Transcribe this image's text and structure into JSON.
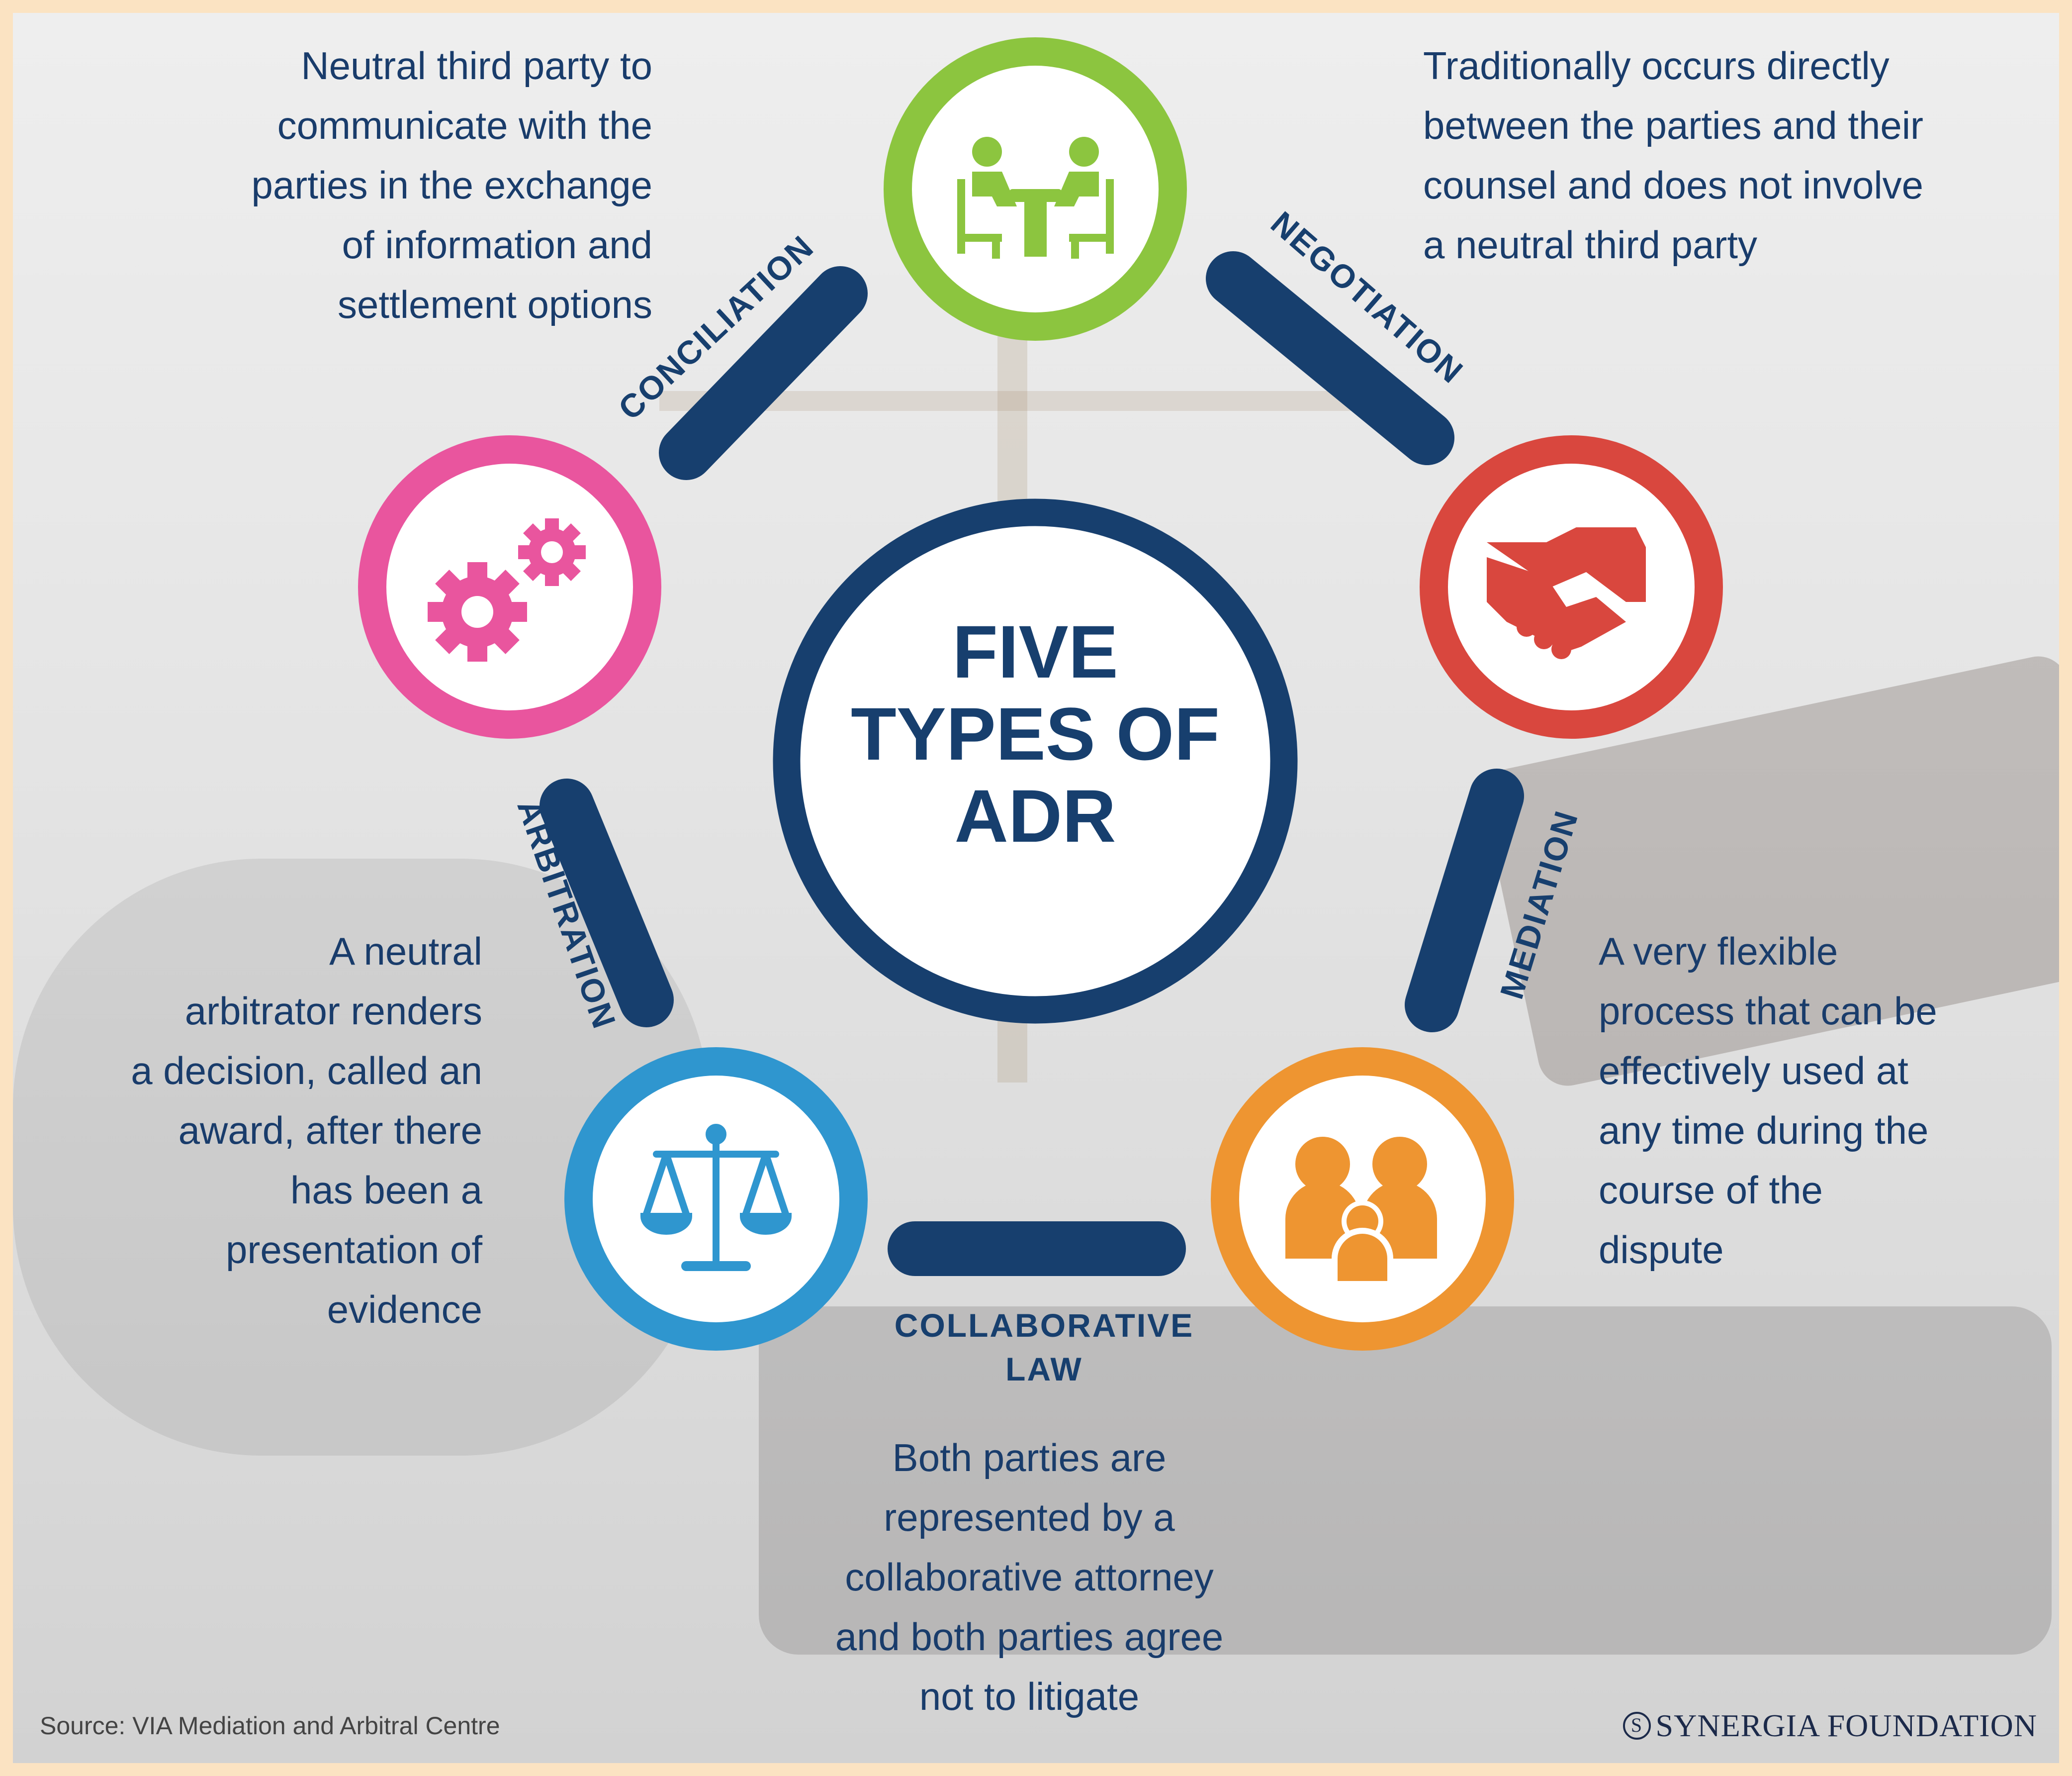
{
  "title_lines": [
    "FIVE",
    "TYPES OF",
    "ADR"
  ],
  "colors": {
    "navy": "#173f6e",
    "negotiation": "#8cc53f",
    "mediation": "#d9473e",
    "collaborative_law": "#ee9531",
    "arbitration": "#2f96cf",
    "conciliation": "#e9559e",
    "border": "#fbe3c2"
  },
  "methods": [
    {
      "key": "negotiation",
      "label": "NEGOTIATION",
      "icon": "meeting-table-icon",
      "description": [
        "Traditionally occurs directly",
        "between the parties and their",
        "counsel and does not involve",
        "a neutral third party"
      ]
    },
    {
      "key": "mediation",
      "label": "MEDIATION",
      "icon": "handshake-icon",
      "description": [
        "A very flexible",
        "process that can be",
        "effectively used at",
        "any time during the",
        "course of the",
        "dispute"
      ]
    },
    {
      "key": "collaborative_law",
      "label_lines": [
        "COLLABORATIVE",
        "LAW"
      ],
      "icon": "family-group-icon",
      "description": [
        "Both parties are",
        "represented by a",
        "collaborative attorney",
        "and both parties agree",
        "not to litigate"
      ]
    },
    {
      "key": "arbitration",
      "label": "ARBITRATION",
      "icon": "scales-of-justice-icon",
      "description": [
        "A neutral",
        "arbitrator renders",
        "a decision, called an",
        "award, after there",
        "has been a",
        "presentation of",
        "evidence"
      ]
    },
    {
      "key": "conciliation",
      "label": "CONCILIATION",
      "icon": "gears-icon",
      "description": [
        "Neutral third party to",
        "communicate with the",
        "parties in the exchange",
        "of information and",
        "settlement options"
      ]
    }
  ],
  "footer": {
    "source": "Source: VIA Mediation and Arbitral Centre",
    "brand": "SYNERGIA FOUNDATION",
    "brand_mark": "S"
  }
}
